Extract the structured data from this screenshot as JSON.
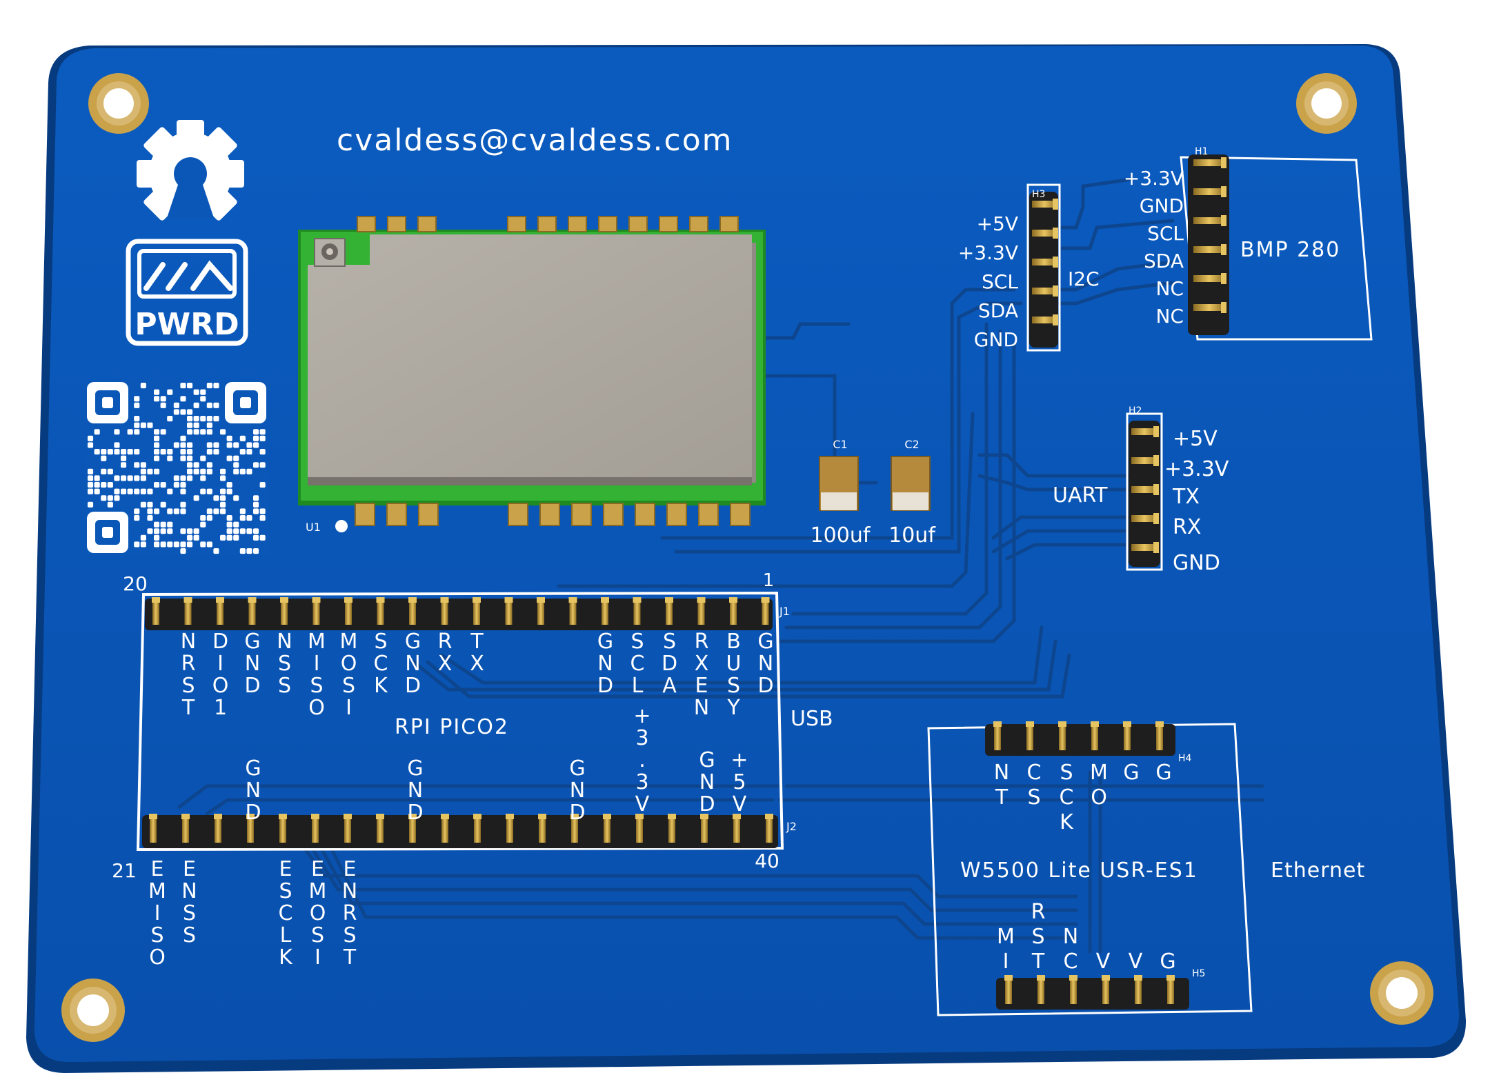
{
  "board": {
    "email": "cvaldess@cvaldess.com",
    "logo_text": "PWRD",
    "u1_ref": "U1",
    "caps": [
      {
        "ref": "C1",
        "value": "100uf"
      },
      {
        "ref": "C2",
        "value": "10uf"
      }
    ],
    "j1": {
      "ref": "J1",
      "first_pin": "1",
      "last_pin": "20",
      "labels": [
        "GND",
        "BUSY",
        "RXEN",
        "SDA",
        "SCL",
        "GND",
        "",
        "",
        "",
        "TX",
        "RX",
        "GND",
        "SCK",
        "MOSI",
        "MISO",
        "NSS",
        "GND",
        "DIO1",
        "NRST",
        ""
      ]
    },
    "j2": {
      "ref": "J2",
      "first_pin": "21",
      "last_pin": "40",
      "top_labels": [
        "",
        "",
        "",
        "GND",
        "",
        "",
        "",
        "",
        "GND",
        "",
        "",
        "",
        "",
        "GND",
        "",
        "",
        "",
        "",
        "",
        ""
      ],
      "top_labels_right": [
        {
          "pin": 36,
          "text": "+3.3V"
        },
        {
          "pin": 38,
          "text": "GND"
        },
        {
          "pin": 39,
          "text": "+5V"
        }
      ],
      "bottom_labels": [
        "EMISO",
        "ENSS",
        "",
        "",
        "ESCLK",
        "EMOSI",
        "ENRST"
      ]
    },
    "pico_label": "RPI PICO2",
    "usb_label": "USB",
    "h1": {
      "ref": "H1",
      "pins": [
        "+3.3V",
        "GND",
        "SCL",
        "SDA",
        "NC",
        "NC"
      ],
      "module": "BMP 280"
    },
    "h3": {
      "ref": "H3",
      "pins": [
        "+5V",
        "+3.3V",
        "SCL",
        "SDA",
        "GND"
      ],
      "bus": "I2C"
    },
    "h2": {
      "ref": "H2",
      "pins": [
        "+5V",
        "+3.3V",
        "TX",
        "RX",
        "GND"
      ],
      "bus": "UART"
    },
    "h4": {
      "ref": "H4",
      "pins": [
        "NT",
        "CS",
        "SCK",
        "MO",
        "G",
        "G"
      ]
    },
    "h5": {
      "ref": "H5",
      "pins": [
        "MI",
        "RST",
        "NC",
        "V",
        "V",
        "G"
      ]
    },
    "ethernet_module": "W5500 Lite USR-ES1",
    "ethernet_label": "Ethernet"
  },
  "colors": {
    "pcb": "#0a55b4",
    "pcb_edge": "#083f8a",
    "trace": "#0c4aa0",
    "gold": "#c8a24a",
    "shield": "#b0aba3",
    "module_pcb": "#2ea82e",
    "header": "#1c1c1c"
  }
}
